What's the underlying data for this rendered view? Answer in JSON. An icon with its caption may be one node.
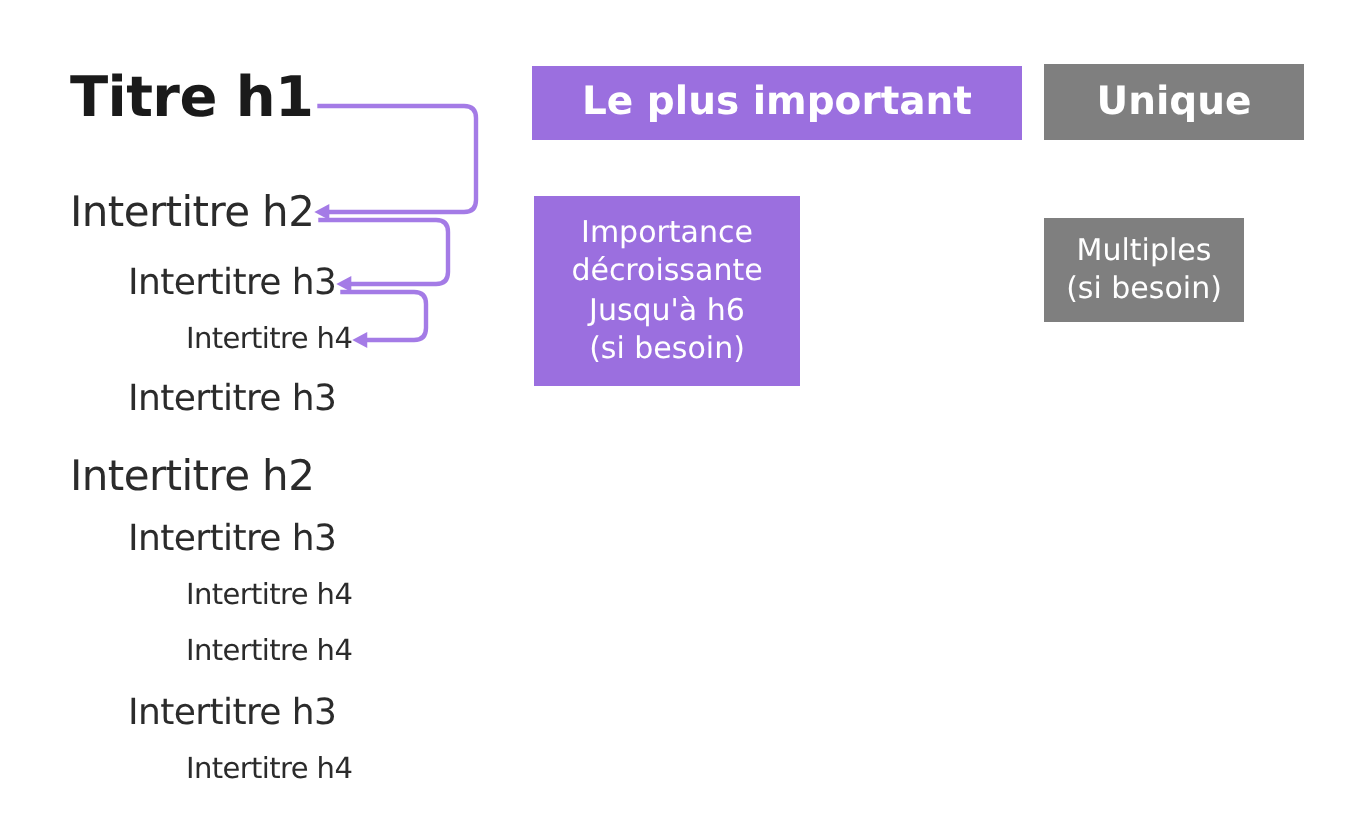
{
  "diagram": {
    "nodes": [
      {
        "text": [
          "Titre h1"
        ]
      },
      {
        "text": [
          "Intertitre h2"
        ]
      },
      {
        "text": [
          "Intertitre h3"
        ]
      },
      {
        "text": [
          "Intertitre h4"
        ]
      },
      {
        "text": [
          "Le plus important"
        ]
      },
      {
        "text": [
          "Unique"
        ]
      },
      {
        "text": [
          "Importance décroissante Jusqu'à h6 (si besoin)"
        ]
      },
      {
        "text": [
          "Multiples (si besoin)"
        ]
      }
    ],
    "edges": [
      {
        "from": 0,
        "to": 1,
        "arrow": "to"
      },
      {
        "from": 1,
        "to": 2,
        "arrow": "to"
      },
      {
        "from": 2,
        "to": 3,
        "arrow": "to"
      }
    ],
    "labels": [
      "Intertitre h3",
      "Intertitre h2",
      "Intertitre h3",
      "Intertitre h4",
      "Intertitre h4",
      "Intertitre h3",
      "Intertitre h4"
    ]
  }
}
